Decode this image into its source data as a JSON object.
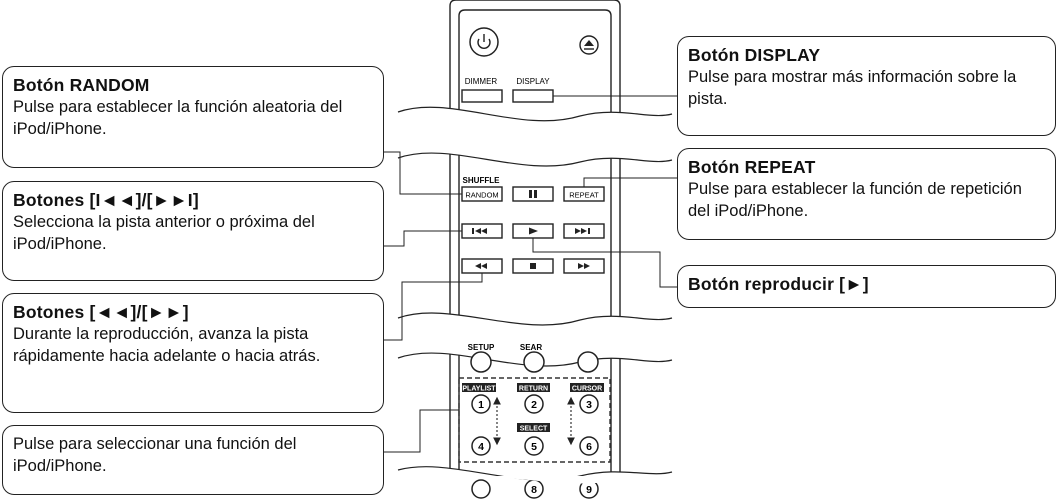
{
  "remote": {
    "buttons": {
      "dimmer": "DIMMER",
      "display": "DISPLAY",
      "shuffle": "SHUFFLE",
      "random": "RANDOM",
      "repeat": "REPEAT",
      "setup": "SETUP",
      "search": "SEAR",
      "playlist": "PLAYLIST",
      "return": "RETURN",
      "cursor": "CURSOR",
      "select": "SELECT",
      "num1": "1",
      "num2": "2",
      "num3": "3",
      "num4": "4",
      "num5": "5",
      "num6": "6",
      "num8": "8",
      "num9": "9"
    }
  },
  "callouts": {
    "random": {
      "title": "Botón RANDOM",
      "text": "Pulse para establecer la función aleatoria del iPod/iPhone."
    },
    "skip": {
      "title": "Botones [I◄◄]/[►►I]",
      "text": "Selecciona la pista anterior o próxima del iPod/iPhone."
    },
    "search": {
      "title": "Botones [◄◄]/[►►]",
      "text": "Durante la reproducción, avanza la pista rápidamente hacia adelante o hacia atrás."
    },
    "numeric": {
      "text": "Pulse para seleccionar una función del iPod/iPhone."
    },
    "display": {
      "title": "Botón DISPLAY",
      "text": "Pulse para mostrar más información sobre la pista."
    },
    "repeat": {
      "title": "Botón REPEAT",
      "text": "Pulse para establecer la función de repetición del iPod/iPhone."
    },
    "play": {
      "title": "Botón reproducir [►]"
    }
  }
}
